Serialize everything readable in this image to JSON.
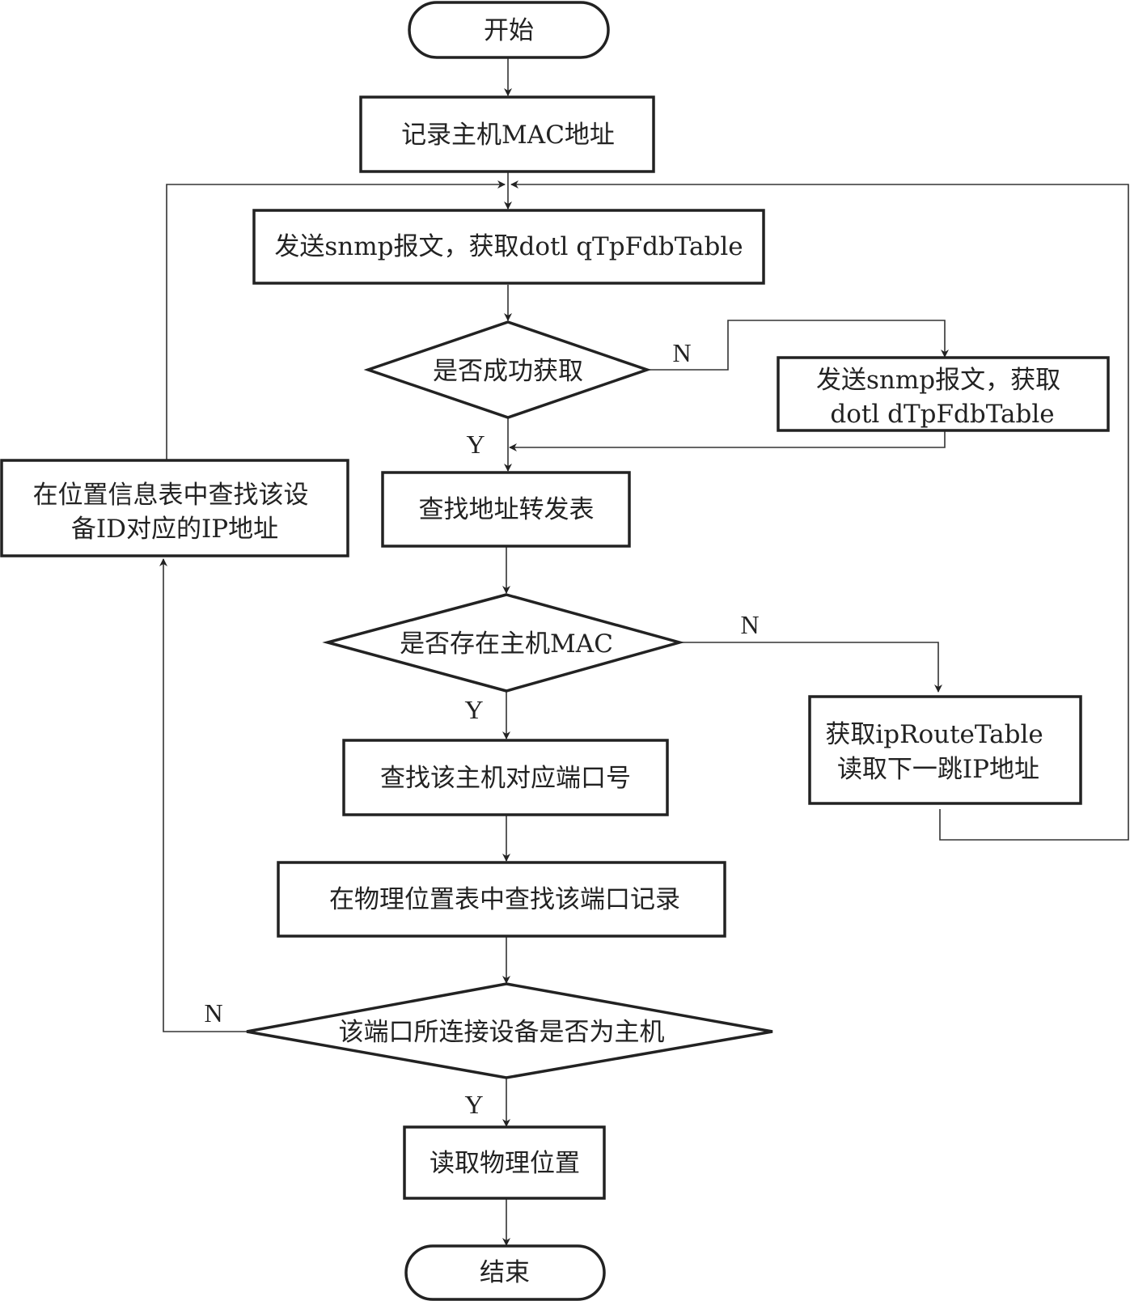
{
  "diagram": {
    "type": "flowchart",
    "colors": {
      "stroke": "#222222",
      "text": "#222222",
      "background": "#ffffff"
    },
    "nodes": {
      "start": {
        "shape": "terminal",
        "lines": [
          "开始"
        ]
      },
      "record_mac": {
        "shape": "process",
        "lines": [
          "记录主机MAC地址"
        ]
      },
      "send_snmp_q": {
        "shape": "process",
        "lines": [
          "发送snmp报文，获取dotl qTpFdbTable"
        ]
      },
      "decision_success": {
        "shape": "decision",
        "lines": [
          "是否成功获取"
        ]
      },
      "send_snmp_d": {
        "shape": "process",
        "lines": [
          "发送snmp报文，获取",
          "dotl dTpFdbTable"
        ]
      },
      "lookup_fdb": {
        "shape": "process",
        "lines": [
          "查找地址转发表"
        ]
      },
      "decision_mac_exists": {
        "shape": "decision",
        "lines": [
          "是否存在主机MAC"
        ]
      },
      "get_route": {
        "shape": "process",
        "lines": [
          "获取ipRouteTable",
          "读取下一跳IP地址"
        ]
      },
      "find_port": {
        "shape": "process",
        "lines": [
          "查找该主机对应端口号"
        ]
      },
      "find_port_record": {
        "shape": "process",
        "lines": [
          "在物理位置表中查找该端口记录"
        ]
      },
      "decision_is_host": {
        "shape": "decision",
        "lines": [
          "该端口所连接设备是否为主机"
        ]
      },
      "find_device_ip": {
        "shape": "process",
        "lines": [
          "在位置信息表中查找该设",
          "备ID对应的IP地址"
        ]
      },
      "read_location": {
        "shape": "process",
        "lines": [
          "读取物理位置"
        ]
      },
      "end": {
        "shape": "terminal",
        "lines": [
          "结束"
        ]
      }
    },
    "edges": [
      {
        "from": "start",
        "to": "record_mac",
        "label": ""
      },
      {
        "from": "record_mac",
        "to": "send_snmp_q",
        "label": ""
      },
      {
        "from": "send_snmp_q",
        "to": "decision_success",
        "label": ""
      },
      {
        "from": "decision_success",
        "to": "send_snmp_d",
        "label": "N"
      },
      {
        "from": "decision_success",
        "to": "lookup_fdb",
        "label": "Y"
      },
      {
        "from": "send_snmp_d",
        "to": "lookup_fdb",
        "label": ""
      },
      {
        "from": "lookup_fdb",
        "to": "decision_mac_exists",
        "label": ""
      },
      {
        "from": "decision_mac_exists",
        "to": "get_route",
        "label": "N"
      },
      {
        "from": "decision_mac_exists",
        "to": "find_port",
        "label": "Y"
      },
      {
        "from": "get_route",
        "to": "send_snmp_q",
        "label": ""
      },
      {
        "from": "find_port",
        "to": "find_port_record",
        "label": ""
      },
      {
        "from": "find_port_record",
        "to": "decision_is_host",
        "label": ""
      },
      {
        "from": "decision_is_host",
        "to": "find_device_ip",
        "label": "N"
      },
      {
        "from": "decision_is_host",
        "to": "read_location",
        "label": "Y"
      },
      {
        "from": "find_device_ip",
        "to": "send_snmp_q",
        "label": ""
      },
      {
        "from": "read_location",
        "to": "end",
        "label": ""
      }
    ],
    "edge_labels": {
      "success_no": "N",
      "success_yes": "Y",
      "mac_no": "N",
      "mac_yes": "Y",
      "host_no": "N",
      "host_yes": "Y"
    }
  }
}
